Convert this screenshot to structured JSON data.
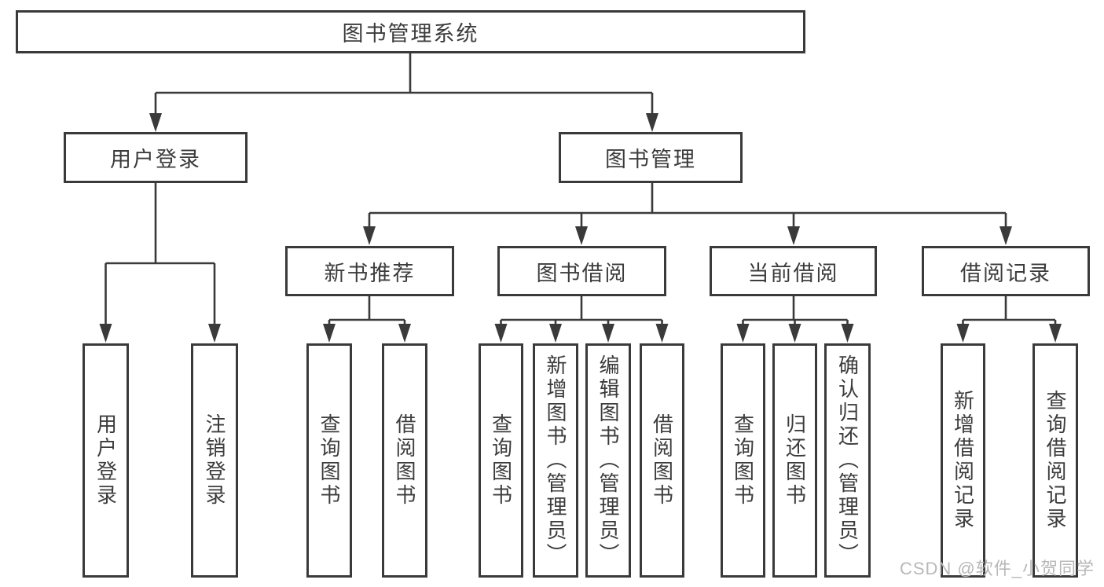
{
  "tree": {
    "label": "图书管理系统",
    "children": [
      {
        "label": "用户登录",
        "children": [
          {
            "label": "用户登录"
          },
          {
            "label": "注销登录"
          }
        ]
      },
      {
        "label": "图书管理",
        "children": [
          {
            "label": "新书推荐",
            "children": [
              {
                "label": "查询图书"
              },
              {
                "label": "借阅图书"
              }
            ]
          },
          {
            "label": "图书借阅",
            "children": [
              {
                "label": "查询图书"
              },
              {
                "label": "新增图书（管理员）"
              },
              {
                "label": "编辑图书（管理员）"
              },
              {
                "label": "借阅图书"
              }
            ]
          },
          {
            "label": "当前借阅",
            "children": [
              {
                "label": "查询图书"
              },
              {
                "label": "归还图书"
              },
              {
                "label": "确认归还（管理员）"
              }
            ]
          },
          {
            "label": "借阅记录",
            "children": [
              {
                "label": "新增借阅记录"
              },
              {
                "label": "查询借阅记录"
              }
            ]
          }
        ]
      }
    ]
  },
  "colors": {
    "line": "#3a3a3a",
    "text": "#3c3c3c",
    "background": "#ffffff",
    "watermark_text": "#b8b8b8"
  },
  "watermark": {
    "text": "CSDN @软件_小贺同学"
  }
}
